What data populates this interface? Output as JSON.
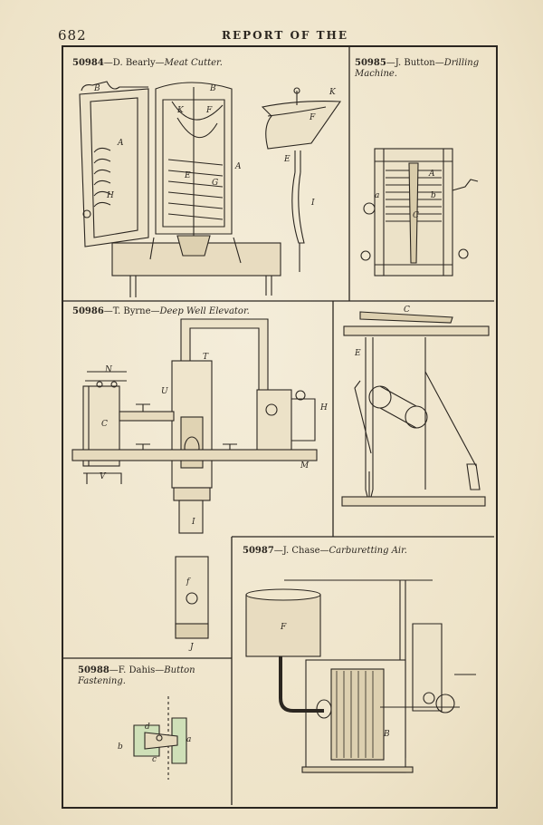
{
  "header": {
    "page_number": "682",
    "title": "REPORT OF THE"
  },
  "patents": [
    {
      "number": "50984",
      "inventor": "D. Bearly",
      "invention": "Meat Cutter."
    },
    {
      "number": "50985",
      "inventor": "J. Button",
      "invention": "Drilling Machine."
    },
    {
      "number": "50986",
      "inventor": "T. Byrne",
      "invention": "Deep Well Elevator."
    },
    {
      "number": "50987",
      "inventor": "J. Chase",
      "invention": "Carburetting Air."
    },
    {
      "number": "50988",
      "inventor": "F. Dahis",
      "invention": "Button Fastening."
    }
  ],
  "letters": {
    "meat_cutter": [
      "B",
      "B",
      "K",
      "F",
      "A",
      "H",
      "E",
      "G",
      "A",
      "K",
      "F",
      "E",
      "I"
    ],
    "drilling": [
      "A",
      "b",
      "C",
      "a"
    ],
    "elevator": [
      "N",
      "T",
      "U",
      "C",
      "H",
      "M",
      "V",
      "I",
      "f",
      "J"
    ],
    "air": [
      "F",
      "B"
    ],
    "button": [
      "d",
      "b",
      "a",
      "c"
    ],
    "lever": [
      "C",
      "E"
    ]
  }
}
